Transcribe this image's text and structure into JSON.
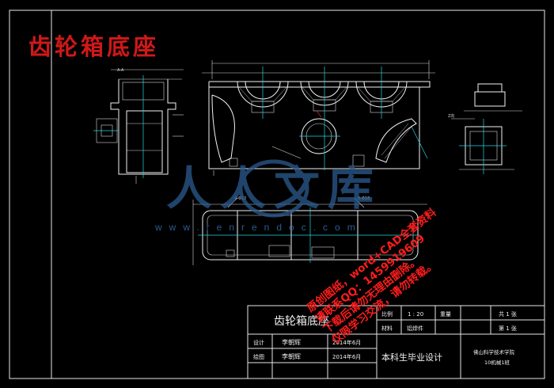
{
  "drawing_title": "齿轮箱底座",
  "watermark": {
    "logo_text": "人人文库",
    "url": "www.renrendoc.com"
  },
  "notice_lines": [
    "原创图纸，word+CAD全套资料",
    "请联系QQ：1459919609",
    "下载后请勿无理由删除。",
    "仅限学习交流，请勿转载。"
  ],
  "title_block": {
    "part_name": "齿轮箱底座",
    "scale_label": "比例",
    "scale_value": "1 : 20",
    "weight_label": "重量",
    "sheets": "共 1 张",
    "material_label": "材料",
    "material_value": "铝焊件",
    "sheet_no": "第 1 张",
    "design_label": "设计",
    "designer": "李朝辉",
    "design_date": "2014年6月",
    "drawing_label": "绘图",
    "drafter": "李朝辉",
    "drawing_date": "2014年6月",
    "project": "本科生毕业设计",
    "school": "佛山科学技术学院",
    "class": "10机械1班"
  },
  "colors": {
    "background": "#000000",
    "lines": "#f2f2f2",
    "center_lines": "#22d7e0",
    "title": "#d01818",
    "watermark": "#2b5b8f",
    "notice": "#ff1c1c"
  }
}
